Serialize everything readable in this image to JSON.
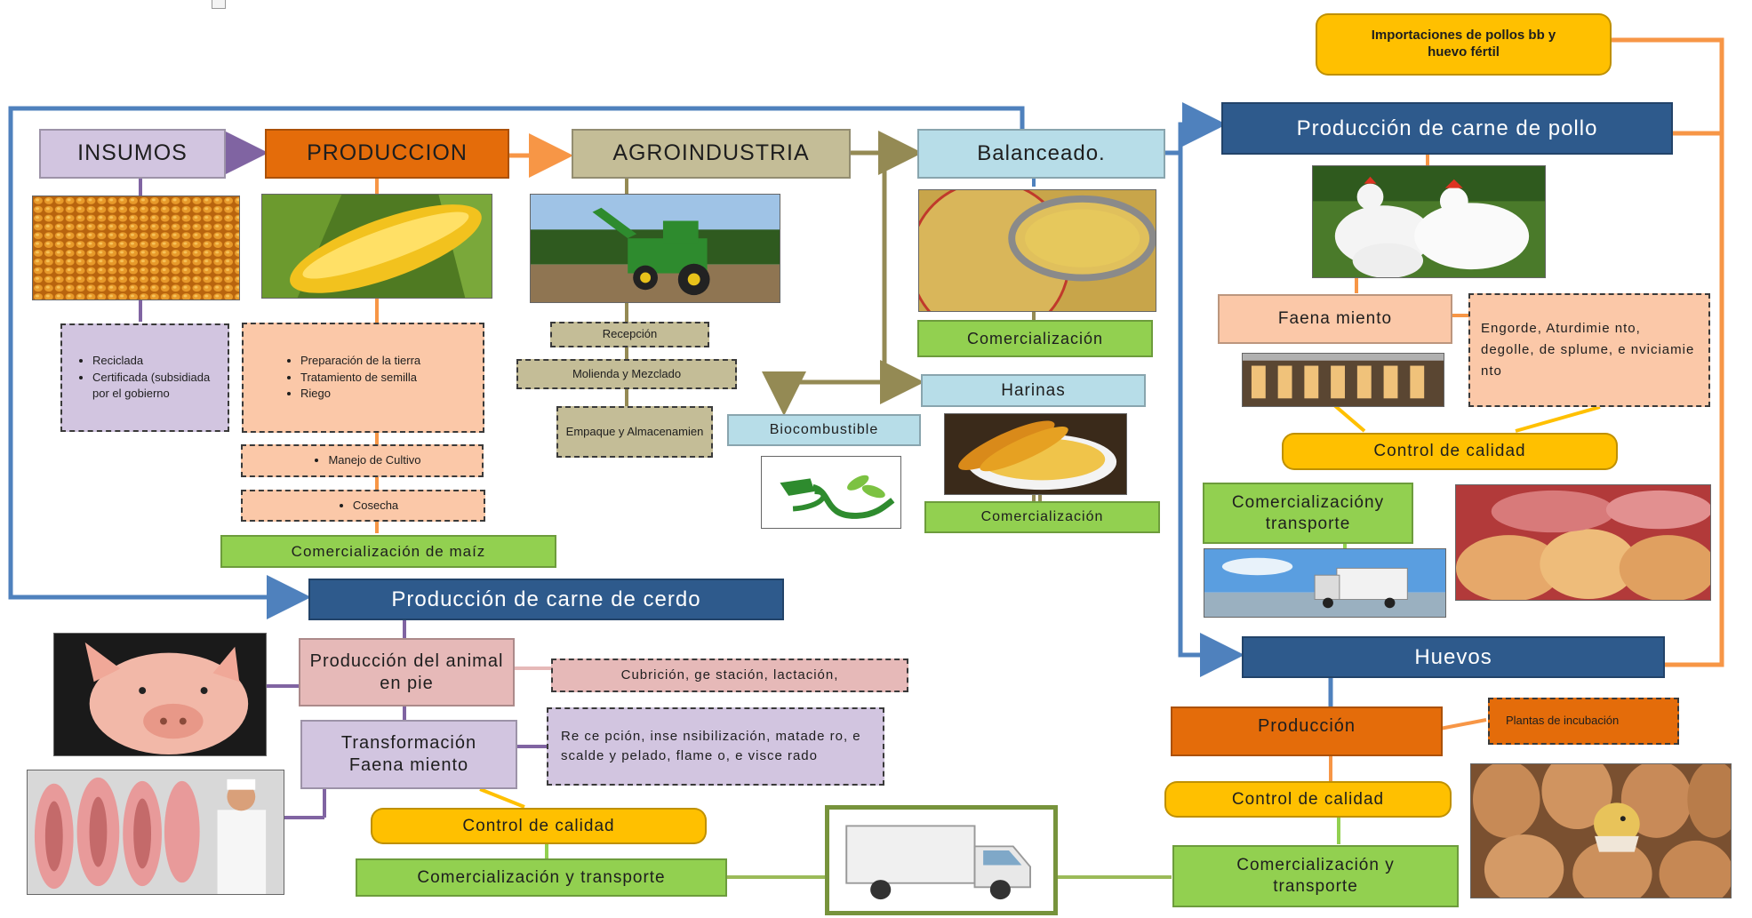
{
  "colors": {
    "insumos": "#d2c5e0",
    "produccion": "#e46c0a",
    "agroindustria": "#c4bd97",
    "light_blue": "#b7dde8",
    "dark_blue": "#2e5a8c",
    "green": "#92d050",
    "gold": "#ffc000",
    "peach": "#fbc8a8",
    "pink": "#e6b9b8",
    "connector_blue": "#4f81bd",
    "connector_orange": "#f79646"
  },
  "maiz": {
    "insumos": {
      "title": "INSUMOS",
      "items": [
        "Reciclada",
        "Certificada (subsidiada por el gobierno"
      ]
    },
    "produccion": {
      "title": "PRODUCCION",
      "items": [
        "Preparación de la tierra",
        "Tratamiento de semilla",
        "Riego"
      ],
      "manejo": "Manejo de Cultivo",
      "cosecha": "Cosecha",
      "comercializacion": "Comercialización de maíz"
    },
    "agroindustria": {
      "title": "AGROINDUSTRIA",
      "recepcion": "Recepción",
      "molienda": "Molienda y Mezclado",
      "empaque": "Empaque y Almacenamien"
    },
    "balanceado": {
      "title": "Balanceado.",
      "comercializacion": "Comercialización"
    },
    "harinas": {
      "title": "Harinas",
      "comercializacion": "Comercialización"
    },
    "biocombustible": {
      "title": "Biocombustible"
    }
  },
  "pollo": {
    "importaciones": "Importaciones de pollos bb y huevo fértil",
    "title": "Producción de carne de pollo",
    "faenamiento": "Faena miento",
    "faena_detalle": "Engorde, Aturdimie nto, degolle, de splume, e nviciamie nto",
    "control": "Control de calidad",
    "comercializacion": "Comercializacióny transporte"
  },
  "huevos": {
    "title": "Huevos",
    "produccion": "Producción",
    "plantas": "Plantas de incubación",
    "control": "Control de calidad",
    "comercializacion": "Comercialización y transporte"
  },
  "cerdo": {
    "title": "Producción de carne de cerdo",
    "animal": "Producción del animal en pie",
    "animal_detalle": "Cubrición, ge stación, lactación,",
    "transformacion": "Transformación Faena miento",
    "transformacion_detalle": "Re ce pción, inse nsibilización, matade ro, e scalde y pelado, flame o, e visce rado",
    "control": "Control de calidad",
    "comercializacion": "Comercialización y transporte"
  },
  "icons": [
    "corn-kernels-photo",
    "corn-cob-photo",
    "harvester-photo",
    "feed-sieve-photo",
    "fuel-nozzle-icon",
    "corn-flour-photo",
    "chickens-photo",
    "poultry-line-photo",
    "truck-photo",
    "packaged-chicken-photo",
    "pig-photo",
    "pork-carcass-photo",
    "delivery-truck-photo",
    "eggs-chick-photo"
  ]
}
